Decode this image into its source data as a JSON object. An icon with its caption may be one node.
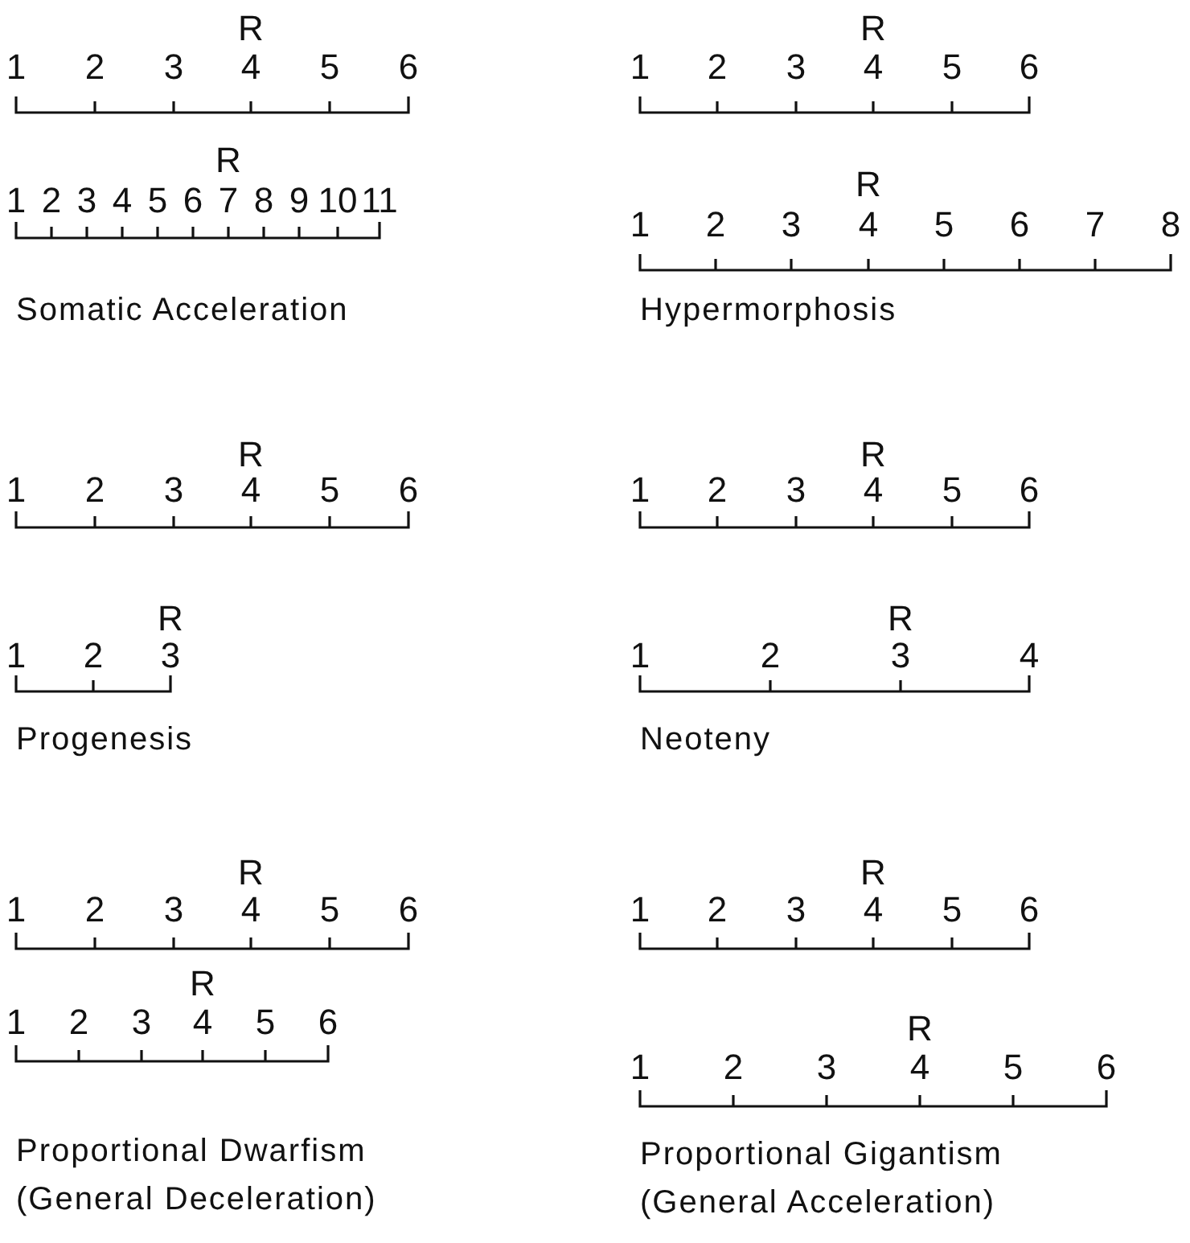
{
  "diagram": {
    "labels": [
      "R",
      "1",
      "2",
      "3",
      "4",
      "5",
      "6",
      "R",
      "1",
      "2",
      "3",
      "4",
      "5",
      "6",
      "7",
      "8",
      "9",
      "10",
      "11",
      "Somatic Acceleration",
      "R",
      "1",
      "2",
      "3",
      "4",
      "5",
      "6",
      "R",
      "1",
      "2",
      "3",
      "4",
      "5",
      "6",
      "7",
      "8",
      "Hypermorphosis",
      "R",
      "1",
      "2",
      "3",
      "4",
      "5",
      "6",
      "R",
      "1",
      "2",
      "3",
      "Progenesis",
      "R",
      "1",
      "2",
      "3",
      "4",
      "5",
      "6",
      "R",
      "1",
      "2",
      "3",
      "4",
      "Neoteny",
      "R",
      "1",
      "2",
      "3",
      "4",
      "5",
      "6",
      "R",
      "1",
      "2",
      "3",
      "4",
      "5",
      "6",
      "Proportional Dwarfism",
      "(General Deceleration)",
      "R",
      "1",
      "2",
      "3",
      "4",
      "5",
      "6",
      "R",
      "1",
      "2",
      "3",
      "4",
      "5",
      "6",
      "Proportional Gigantism",
      "(General Acceleration)"
    ]
  }
}
